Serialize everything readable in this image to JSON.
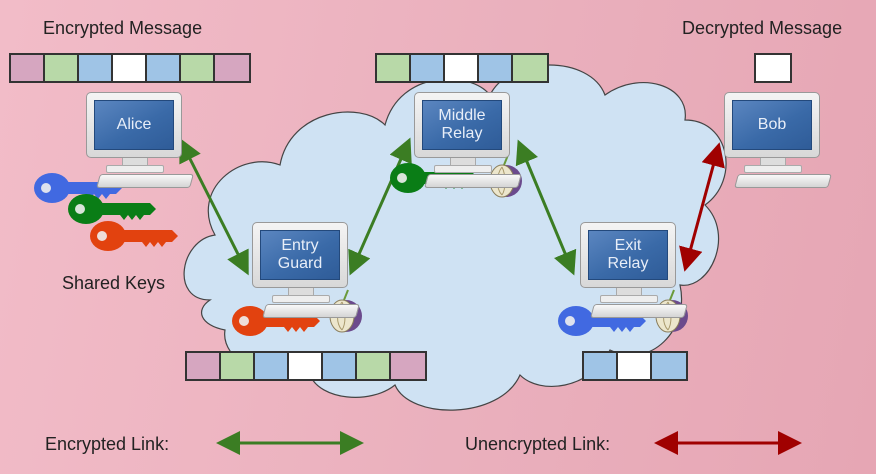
{
  "labels": {
    "encrypted_message": "Encrypted Message",
    "decrypted_message": "Decrypted Message",
    "shared_keys": "Shared Keys",
    "encrypted_link": "Encrypted Link:",
    "unencrypted_link": "Unencrypted Link:"
  },
  "nodes": {
    "alice": "Alice",
    "entry_line1": "Entry",
    "entry_line2": "Guard",
    "middle_line1": "Middle",
    "middle_line2": "Relay",
    "exit_line1": "Exit",
    "exit_line2": "Relay",
    "bob": "Bob"
  },
  "colors": {
    "purple_layer": "#d6a6c0",
    "green_layer": "#b8d9a8",
    "blue_layer": "#9fc4e6",
    "plain": "#ffffff",
    "encrypted_link": "#3b7d23",
    "unencrypted_link": "#a00000",
    "key_blue": "#4169e1",
    "key_green": "#0a7d16",
    "key_red": "#e2420f",
    "cloud": "#cfe2f3"
  },
  "messages": {
    "alice": [
      "purple",
      "green",
      "blue",
      "plain",
      "blue",
      "green",
      "purple"
    ],
    "entry": [
      "purple",
      "green",
      "blue",
      "plain",
      "blue",
      "green",
      "purple"
    ],
    "middle": [
      "green",
      "blue",
      "plain",
      "blue",
      "green"
    ],
    "exit": [
      "blue",
      "plain",
      "blue"
    ],
    "bob": [
      "plain"
    ]
  }
}
